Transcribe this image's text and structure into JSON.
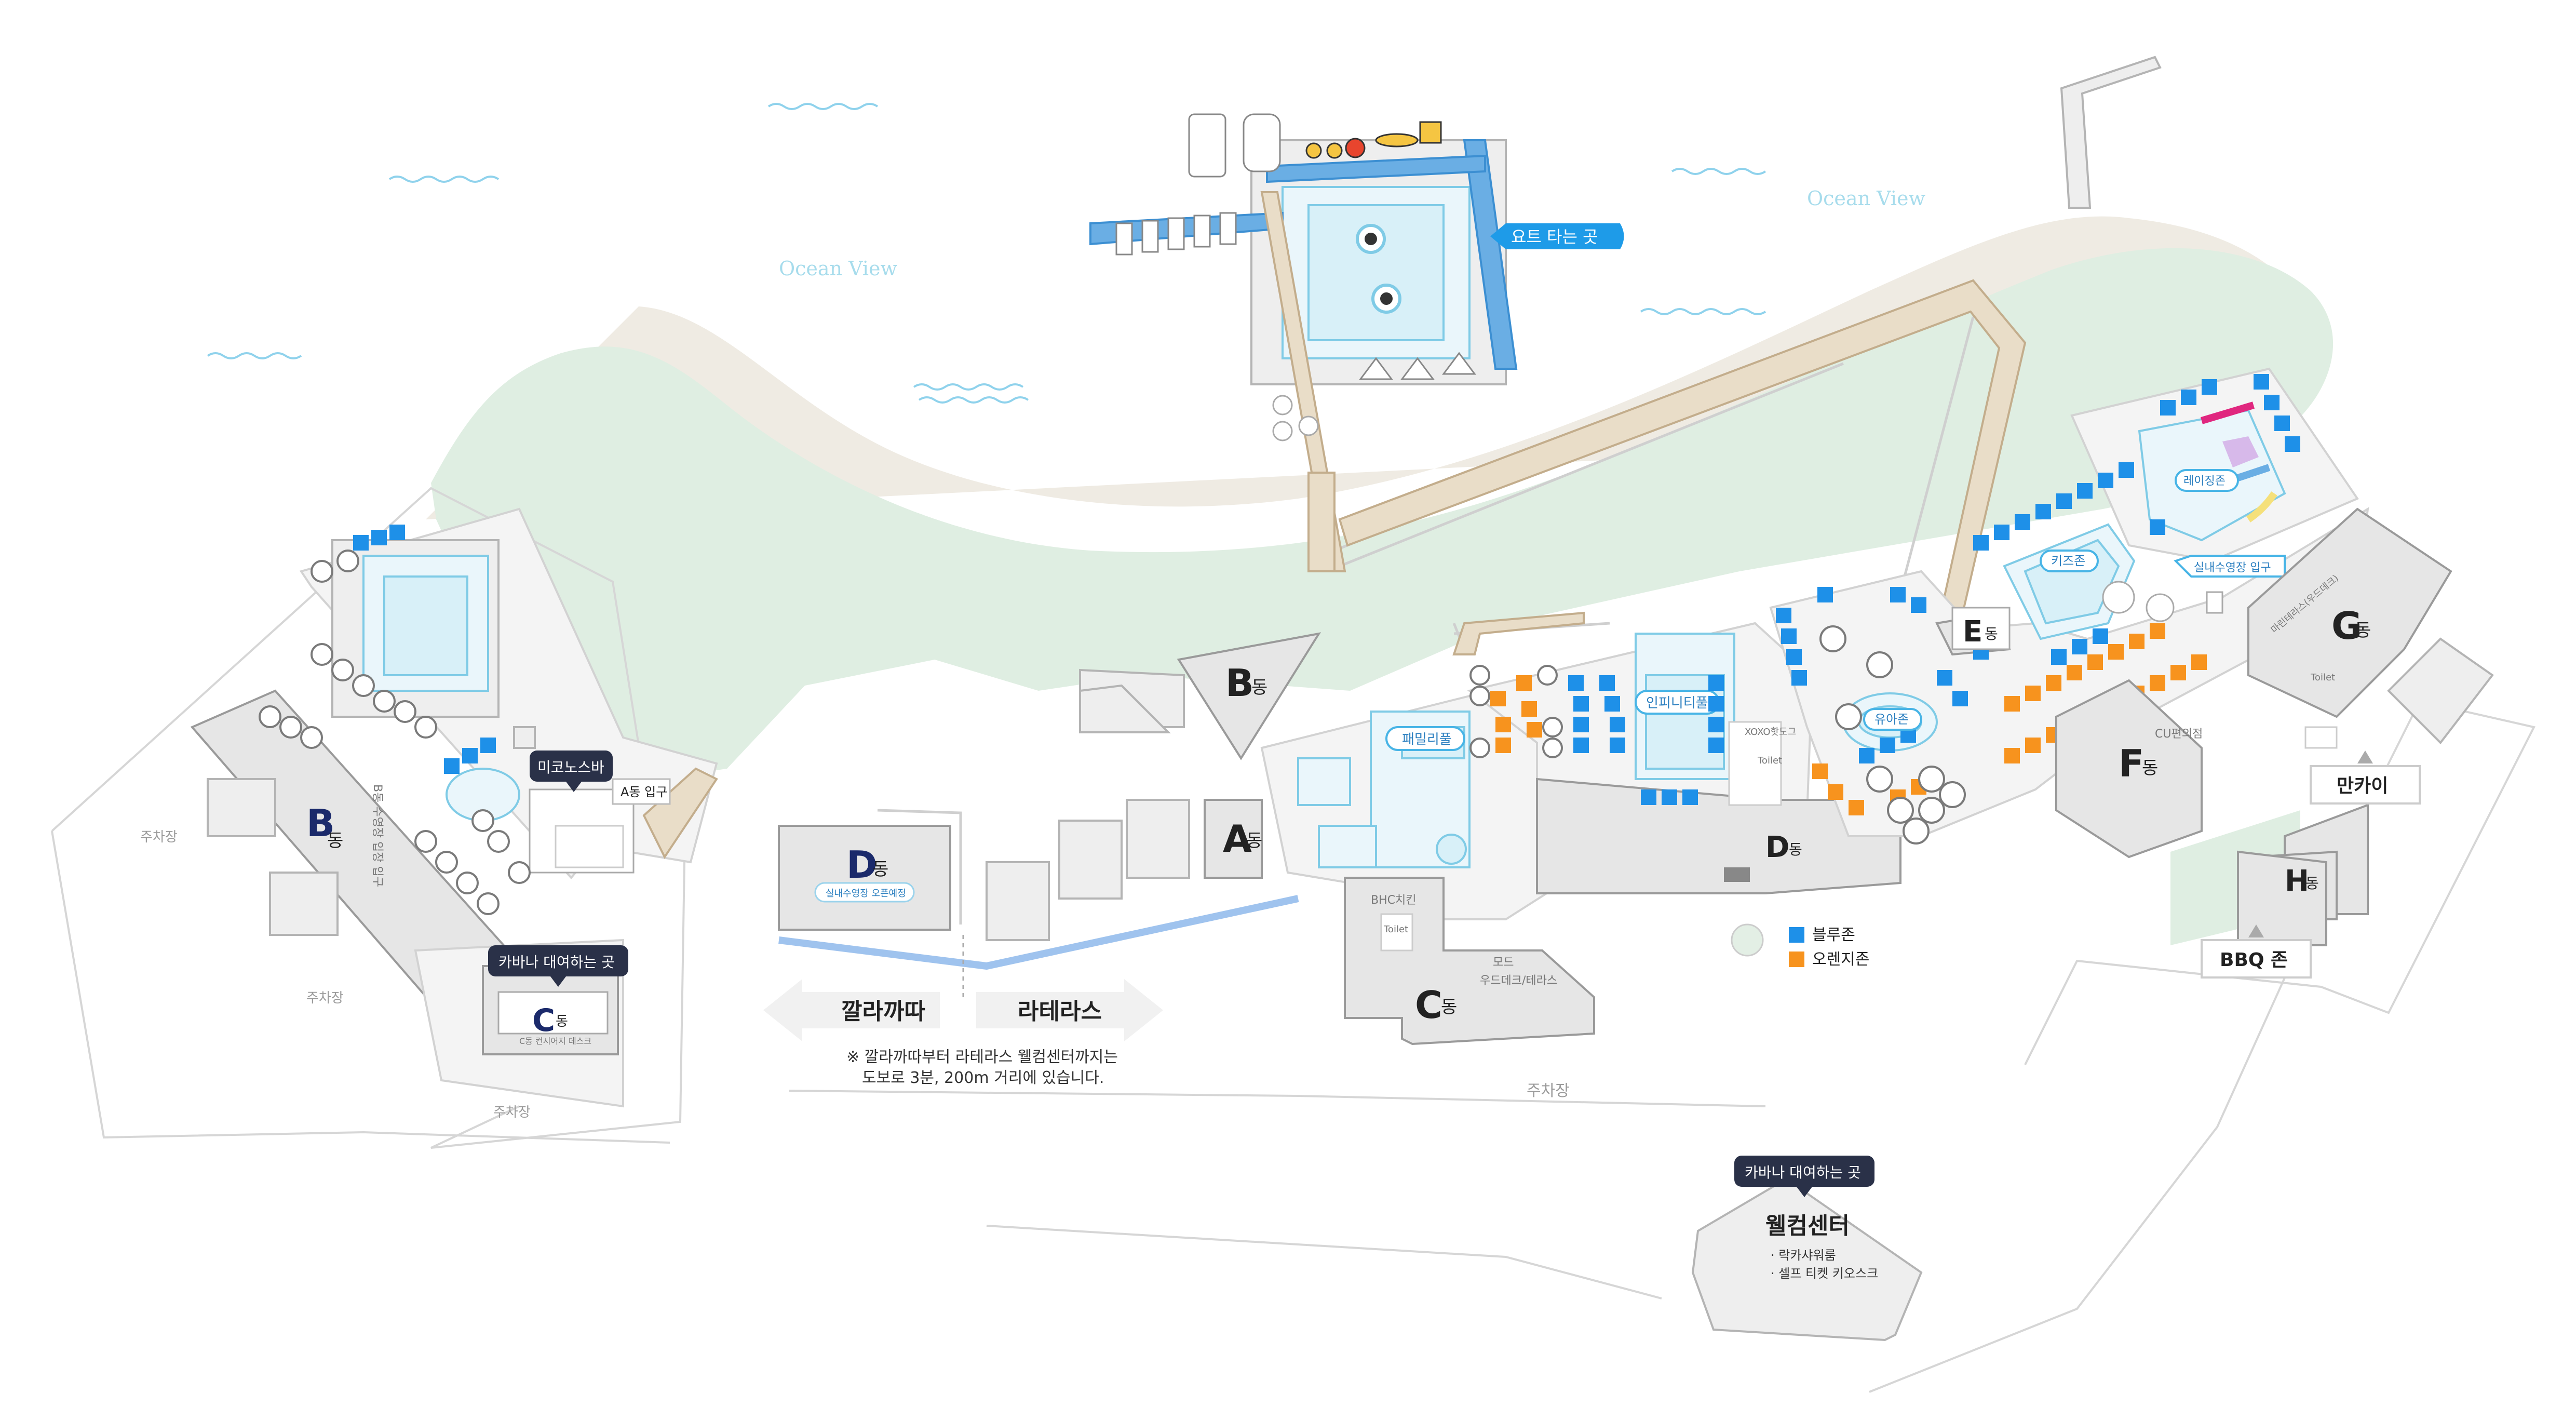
{
  "ocean_labels": [
    "Ocean View",
    "Ocean View"
  ],
  "buildings": {
    "a": {
      "letter": "A",
      "suffix": "동"
    },
    "b_left": {
      "letter": "B",
      "suffix": "동"
    },
    "b_center": {
      "letter": "B",
      "suffix": "동"
    },
    "c_left": {
      "letter": "C",
      "suffix": "동",
      "sub": "C동 컨시어지 데스크"
    },
    "c_center": {
      "letter": "C",
      "suffix": "동"
    },
    "d_center": {
      "letter": "D",
      "suffix": "동",
      "sub": "실내수영장 오픈예정"
    },
    "d_right": {
      "letter": "D",
      "suffix": "동"
    },
    "e": {
      "letter": "E",
      "suffix": "동"
    },
    "f": {
      "letter": "F",
      "suffix": "동"
    },
    "g": {
      "letter": "G",
      "suffix": "동"
    },
    "h": {
      "letter": "H",
      "suffix": "동"
    }
  },
  "tags": {
    "yacht": "요트 타는 곳",
    "cabana_left": "카바나 대여하는 곳",
    "cabana_welcome": "카바나 대여하는 곳",
    "mikonos": "미코노스바"
  },
  "labels": {
    "a_entrance": "A동 입구",
    "b_pool_entrance": "B동 수영장 입장 입구",
    "family_pool": "패밀리풀",
    "infinity_pool": "인피니티풀",
    "kids_zone": "유아존",
    "kids": "키즈존",
    "lazy_river": "레이징존",
    "indoor_pool_entrance": "실내수영장 입구",
    "mankai": "만카이",
    "bbq": "BBQ 존",
    "toilet": "Toilet",
    "bhc": "BHC치킨",
    "xoxo": "XOXO핫도그",
    "cu": "CU편의점",
    "g_side": "마린테라스(우드데크)",
    "sand": "모드",
    "wood": "우드데크/테라스",
    "parking": [
      "주차장",
      "주차장",
      "주차장",
      "주차장"
    ]
  },
  "directions": {
    "left": "깔라까따",
    "right": "라테라스",
    "note_line1": "※ 깔라까따부터 라테라스 웰컴센터까지는",
    "note_line2": "도보로 3분, 200m 거리에 있습니다."
  },
  "legend": [
    {
      "label": "블루존",
      "color": "#1e90e8"
    },
    {
      "label": "오렌지존",
      "color": "#f7931e"
    }
  ],
  "welcome_center": {
    "title": "웰컴센터",
    "items": [
      "· 락카샤워룸",
      "· 셀프 티켓 키오스크"
    ]
  }
}
